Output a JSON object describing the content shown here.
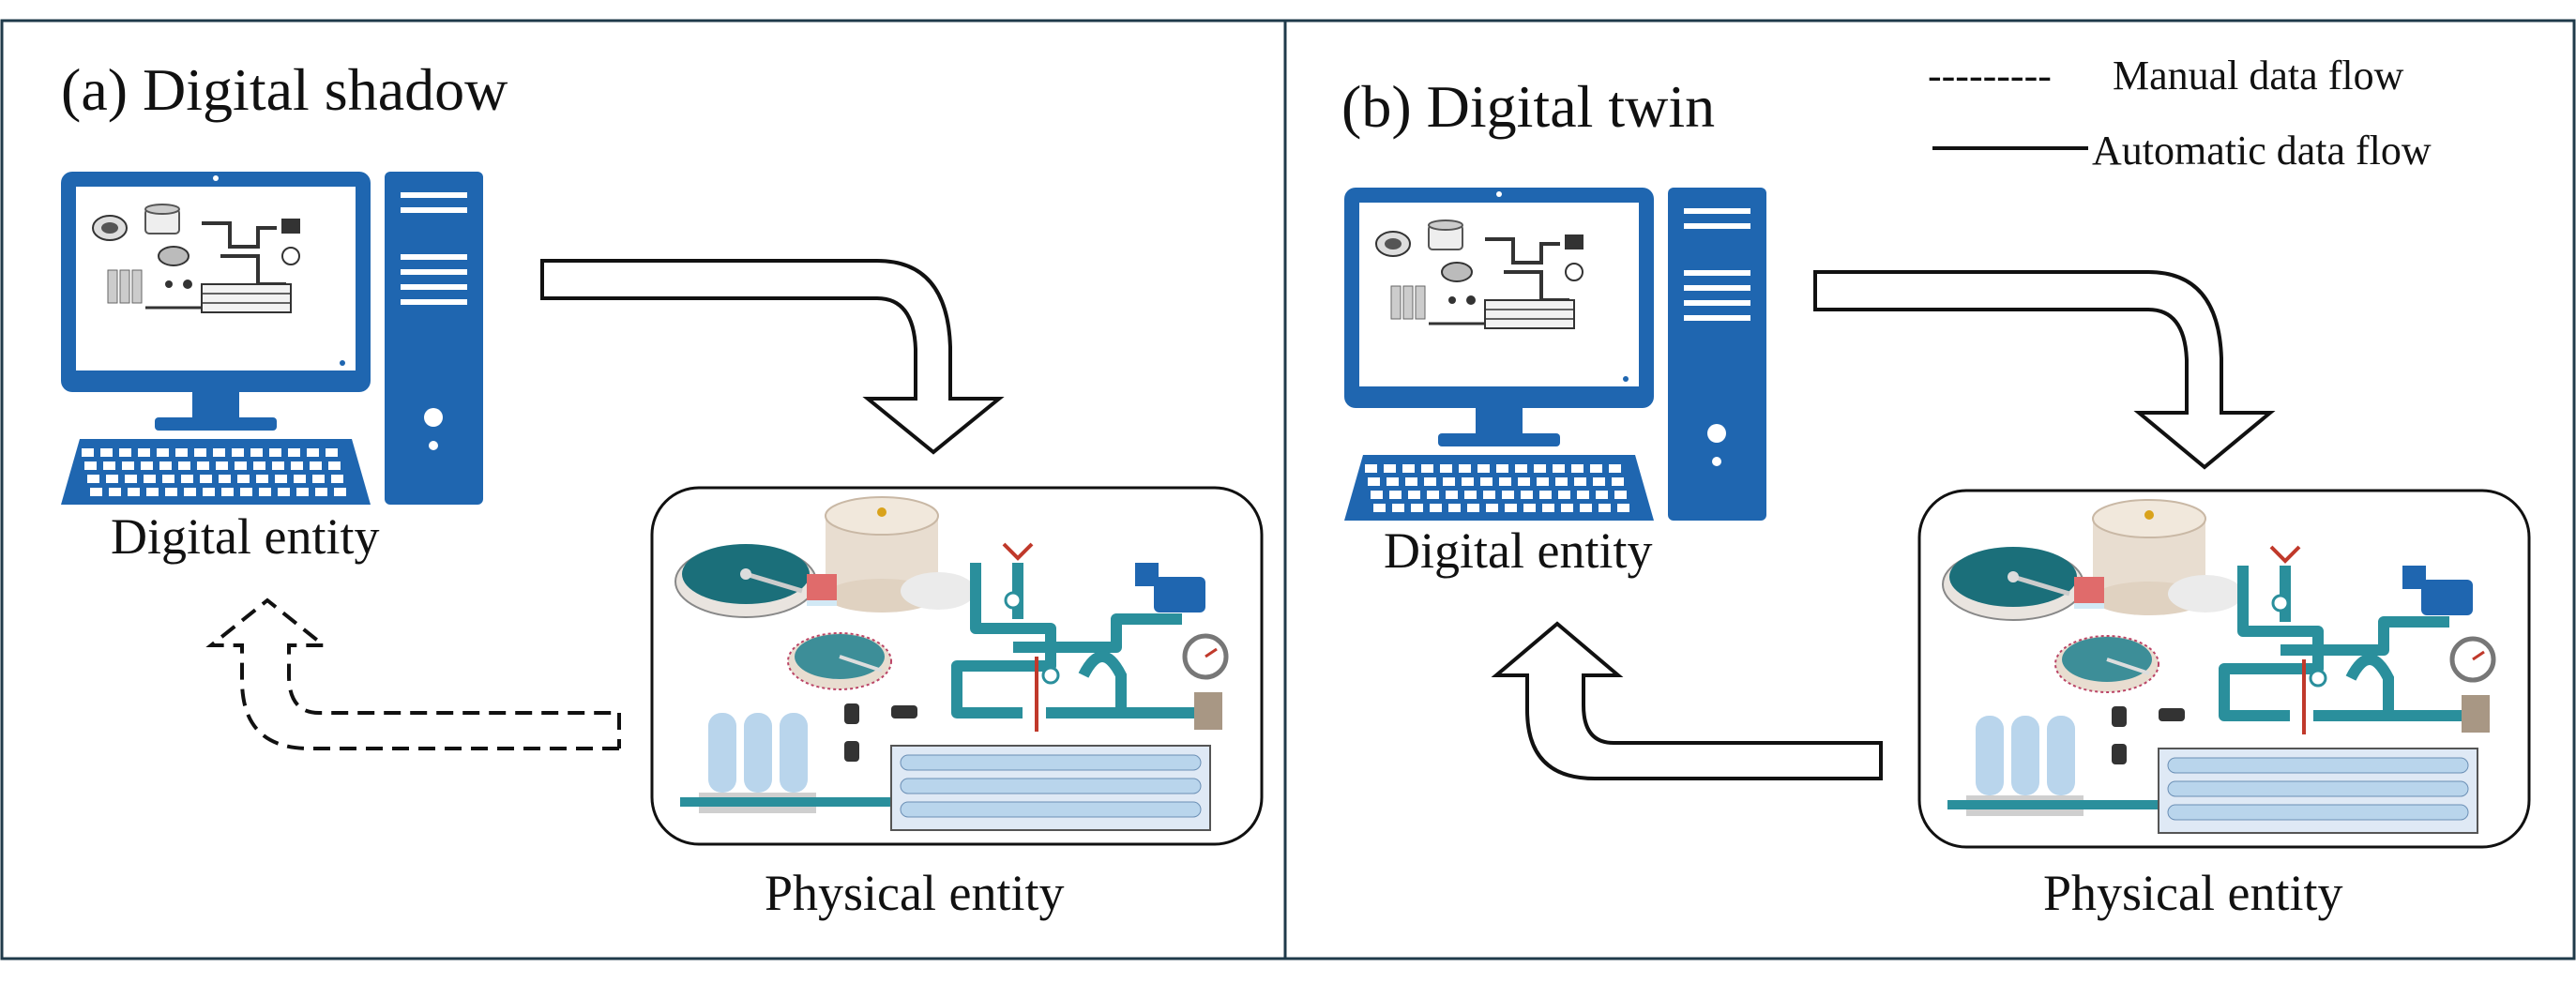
{
  "panel_a": {
    "title": "(a) Digital shadow",
    "digital_label": "Digital entity",
    "physical_label": "Physical entity",
    "return_flow": "dashed"
  },
  "panel_b": {
    "title": "(b) Digital twin",
    "digital_label": "Digital entity",
    "physical_label": "Physical entity",
    "return_flow": "solid"
  },
  "legend": {
    "manual_dash": "---------",
    "manual_label": "Manual data flow",
    "automatic_label": "Automatic data flow"
  },
  "colors": {
    "border": "#1f3a4a",
    "computer_blue": "#1f66b0",
    "pipe_teal": "#2a8f9c",
    "tank_beige": "#e8ddd0",
    "clarifier_teal": "#1b6f7a",
    "membrane_blue": "#b9d5ec",
    "valve_red": "#c0392b"
  },
  "icons": [
    "computer-icon",
    "monitor-icon",
    "tower-icon",
    "keyboard-icon",
    "water-treatment-plant-icon",
    "arrow-icon"
  ]
}
